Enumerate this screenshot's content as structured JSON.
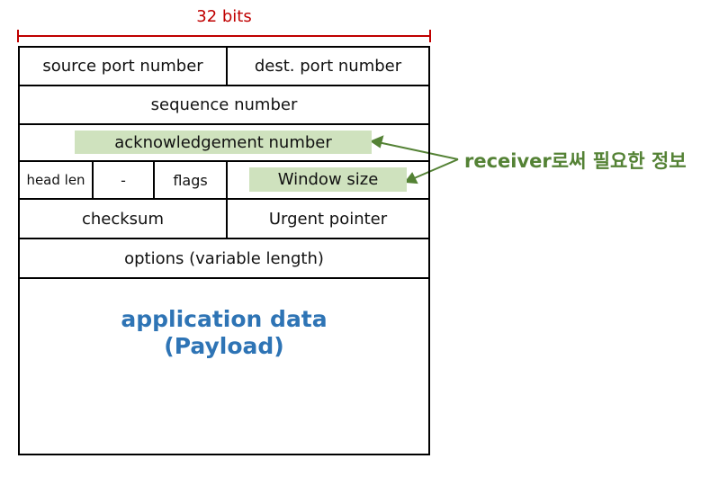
{
  "header": {
    "width_label": "32 bits"
  },
  "rows": {
    "row1": {
      "source_port": "source port number",
      "dest_port": "dest. port number"
    },
    "row2": {
      "sequence": "sequence number"
    },
    "row3": {
      "ack": "acknowledgement number"
    },
    "row4": {
      "head_len": "head len",
      "reserved": "-",
      "flags": "flags",
      "window": "Window size"
    },
    "row5": {
      "checksum": "checksum",
      "urgent": "Urgent pointer"
    },
    "row6": {
      "options": "options (variable length)"
    }
  },
  "payload": {
    "line1": "application data",
    "line2": "(Payload)"
  },
  "annotation": {
    "text": "receiver로써 필요한 정보"
  },
  "colors": {
    "highlight": "#cfe2be",
    "annotation": "#548235",
    "payload": "#2e74b5",
    "bits": "#c00000"
  }
}
